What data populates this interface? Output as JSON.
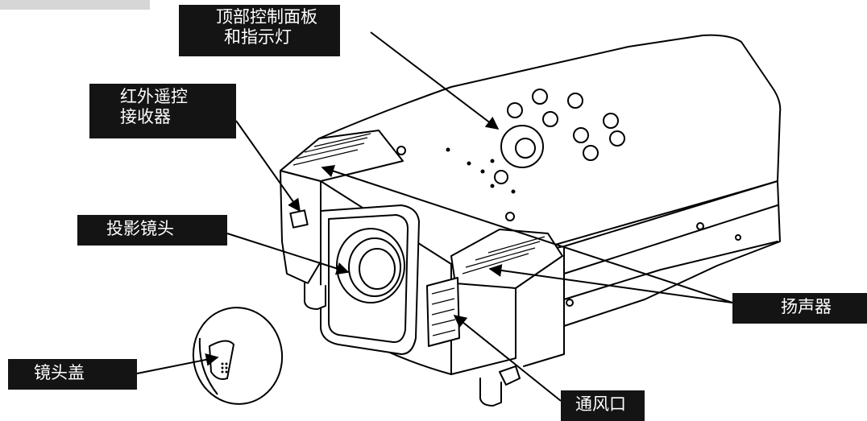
{
  "header": {
    "tab_text": ""
  },
  "labels": {
    "top_panel": {
      "line1": "顶部控制面板",
      "line2": "和指示灯"
    },
    "ir_receiver": {
      "line1": "红外遥控",
      "line2": "接收器"
    },
    "lens": "投影镜头",
    "speaker": "扬声器",
    "lens_cap": "镜头盖",
    "vent": "通风口"
  }
}
